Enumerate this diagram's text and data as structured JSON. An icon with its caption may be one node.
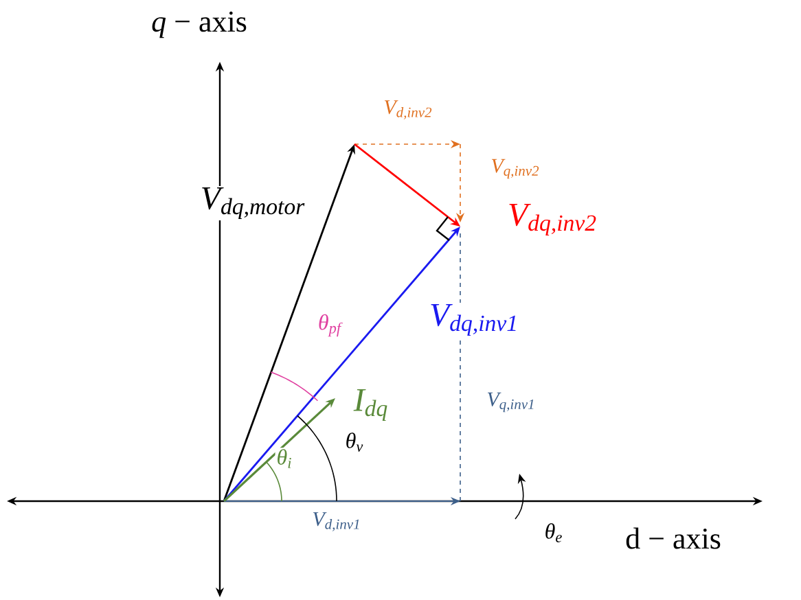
{
  "diagram": {
    "labels": [
      "*q* − axis",
      "V$_{d,inv2}$",
      "V$_{q,inv2}$",
      "V$_{dq,motor}$",
      "V$_{dq,inv2}$",
      "θ$_{pf}$",
      "V$_{dq,inv1}$",
      "I$_{dq}$",
      "V$_{q,inv1}$",
      "θ$_{v}$",
      "θ$_{i}$",
      "V$_{d,inv1}$",
      "θ$_{e}$",
      "d − axis"
    ]
  }
}
